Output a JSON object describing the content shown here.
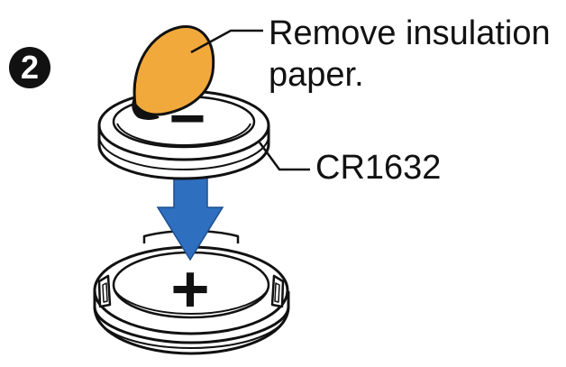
{
  "step": {
    "number": "2"
  },
  "labels": {
    "paper_line1": "Remove insulation",
    "paper_line2": "paper.",
    "battery_model": "CR1632"
  },
  "symbols": {
    "negative": "−",
    "positive": "+"
  },
  "colors": {
    "paper": "#f2a93b",
    "arrow": "#2f6fc0",
    "outline": "#111111",
    "background": "#ffffff"
  },
  "icons": {
    "step_badge": "circled-number-icon",
    "paper": "insulation-paper-icon",
    "battery": "coin-cell-battery-icon",
    "arrow": "down-arrow-icon",
    "holder": "battery-holder-icon"
  }
}
